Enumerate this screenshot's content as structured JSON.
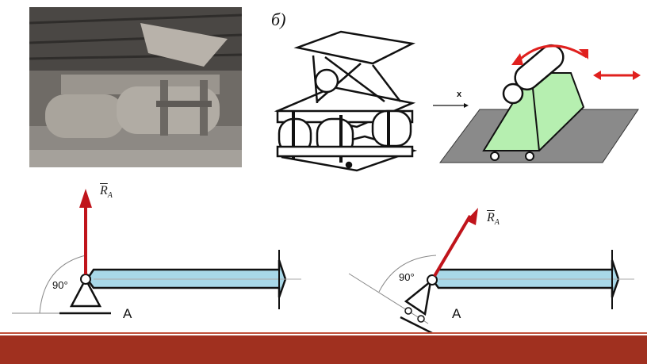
{
  "figure_label": "б)",
  "axis_x_label": "x",
  "left_support": {
    "angle_label": "90°",
    "point_label": "A",
    "reaction_symbol": "R",
    "reaction_subscript": "A"
  },
  "right_support": {
    "angle_label": "90°",
    "point_label": "A",
    "reaction_symbol": "R",
    "reaction_subscript": "A"
  },
  "colors": {
    "reaction_arrow": "#c0141b",
    "beam_fill": "#a8d8e8",
    "support_body": "#b6efb0",
    "rotation_arrow": "#e0201e",
    "footer_bar": "#a0301f",
    "ground_plate": "#8a8a8a"
  }
}
